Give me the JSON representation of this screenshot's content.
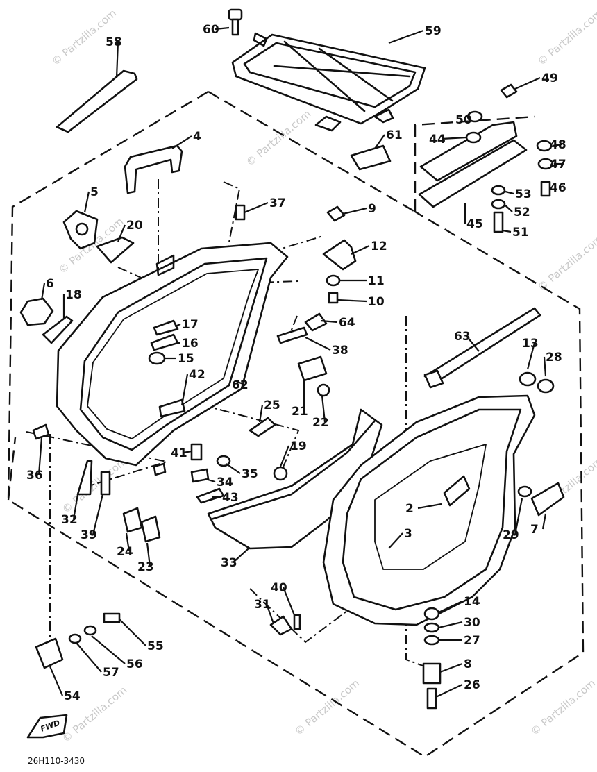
{
  "diagram": {
    "code": "26H110-3430",
    "fwd_label": "FWD",
    "watermark": "© Partzilla.com",
    "callouts": [
      "60",
      "59",
      "58",
      "49",
      "50",
      "48",
      "44",
      "47",
      "4",
      "61",
      "46",
      "53",
      "5",
      "37",
      "52",
      "9",
      "45",
      "51",
      "20",
      "12",
      "11",
      "6",
      "10",
      "18",
      "64",
      "17",
      "63",
      "16",
      "38",
      "13",
      "28",
      "15",
      "42",
      "62",
      "25",
      "21",
      "22",
      "36",
      "41",
      "35",
      "19",
      "34",
      "2",
      "43",
      "32",
      "39",
      "29",
      "3",
      "24",
      "7",
      "23",
      "33",
      "40",
      "14",
      "31",
      "30",
      "27",
      "55",
      "8",
      "56",
      "26",
      "57",
      "54"
    ]
  }
}
